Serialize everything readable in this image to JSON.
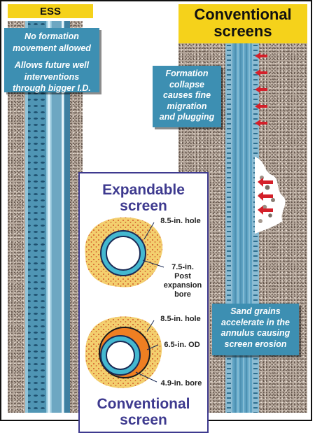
{
  "ess": {
    "tab_label": "ESS",
    "note_line1": "No formation",
    "note_line2": "movement allowed",
    "note_line3": "Allows future well",
    "note_line4": "interventions",
    "note_line5": "through bigger I.D."
  },
  "conventional": {
    "tab_line1": "Conventional",
    "tab_line2": "screens",
    "collapse_line1": "Formation",
    "collapse_line2": "collapse",
    "collapse_line3": "causes fine",
    "collapse_line4": "migration",
    "collapse_line5": "and plugging",
    "erosion_line1": "Sand grains",
    "erosion_line2": "accelerate in the",
    "erosion_line3": "annulus causing",
    "erosion_line4": "screen erosion"
  },
  "panel": {
    "expandable_line1": "Expandable",
    "expandable_line2": "screen",
    "hole_top": "8.5-in. hole",
    "bore_line1": "7.5-in.",
    "bore_line2": "Post",
    "bore_line3": "expansion",
    "bore_line4": "bore",
    "hole_bottom": "8.5-in. hole",
    "od_label": "6.5-in. OD",
    "bore_bottom": "4.9-in. bore",
    "conventional_line1": "Conventional",
    "conventional_line2": "screen"
  },
  "colors": {
    "tab_yellow": "#f5d21b",
    "label_blue": "#3d8fb2",
    "panel_border": "#3e3a8f",
    "sand": "#f3cf6e",
    "screen_cyan": "#44b8d0",
    "conventional_orange": "#ef7f22",
    "arrow_red": "#d4202a"
  }
}
